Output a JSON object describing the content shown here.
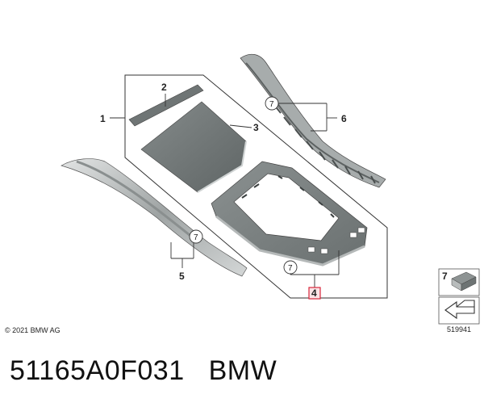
{
  "callouts": {
    "c1": "1",
    "c2": "2",
    "c3": "3",
    "c4": "4",
    "c5": "5",
    "c6": "6",
    "circ_a": "7",
    "circ_b": "7",
    "circ_c": "7",
    "legend_num": "7"
  },
  "copyright": "© 2021 BMW AG",
  "reference_number": "519941",
  "caption": {
    "part_number": "51165A0F031",
    "brand": "BMW"
  },
  "colors": {
    "line": "#333333",
    "highlight": "#d9263b",
    "panel_dark": "#6e7474",
    "panel_mid": "#9aa0a0",
    "panel_light": "#c9cccc"
  }
}
